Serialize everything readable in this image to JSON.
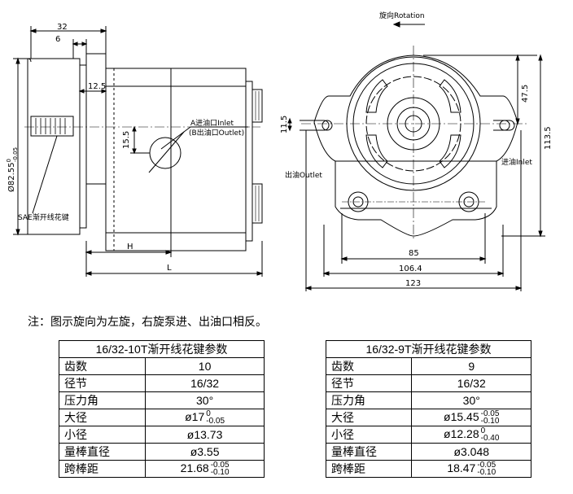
{
  "left_view": {
    "dim_top": "32",
    "dim_flange": "6",
    "dim_12_5": "12.5",
    "dim_15_5": "15.5",
    "dim_diameter": "Ø82.55",
    "dim_diameter_tol_upper": "0",
    "dim_diameter_tol_lower": "-0.05",
    "dim_H": "H",
    "dim_L": "L",
    "label_inlet": "A进油口Inlet",
    "label_outlet": "(B出油口Outlet)",
    "label_spline": "SAE渐开线花键"
  },
  "right_view": {
    "rotation": "旋向Rotation",
    "dim_47_5": "47.5",
    "dim_113_5": "113.5",
    "dim_11_5": "11.5",
    "dim_85": "85",
    "dim_106_4": "106.4",
    "dim_123": "123",
    "label_outlet": "出油Outlet",
    "label_inlet": "进油Inlet"
  },
  "note": "注：图示旋向为左旋，右旋泵进、出油口相反。",
  "table1": {
    "title": "16/32-10T渐开线花键参数",
    "rows": [
      {
        "k": "齿数",
        "v": "10"
      },
      {
        "k": "径节",
        "v": "16/32"
      },
      {
        "k": "压力角",
        "v": "30°"
      },
      {
        "k": "大径",
        "v": "ø17",
        "up": "0",
        "lo": "-0.05"
      },
      {
        "k": "小径",
        "v": "ø13.73"
      },
      {
        "k": "量棒直径",
        "v": "ø3.55"
      },
      {
        "k": "跨棒距",
        "v": "21.68",
        "up": "-0.05",
        "lo": "-0.10"
      }
    ]
  },
  "table2": {
    "title": "16/32-9T渐开线花键参数",
    "rows": [
      {
        "k": "齿数",
        "v": "9"
      },
      {
        "k": "径节",
        "v": "16/32"
      },
      {
        "k": "压力角",
        "v": "30°"
      },
      {
        "k": "大径",
        "v": "ø15.45",
        "up": "-0.05",
        "lo": "-0.10"
      },
      {
        "k": "小径",
        "v": "ø12.28",
        "up": "0",
        "lo": "-0.40"
      },
      {
        "k": "量棒直径",
        "v": "ø3.048"
      },
      {
        "k": "跨棒距",
        "v": "18.47",
        "up": "-0.05",
        "lo": "-0.10"
      }
    ]
  }
}
